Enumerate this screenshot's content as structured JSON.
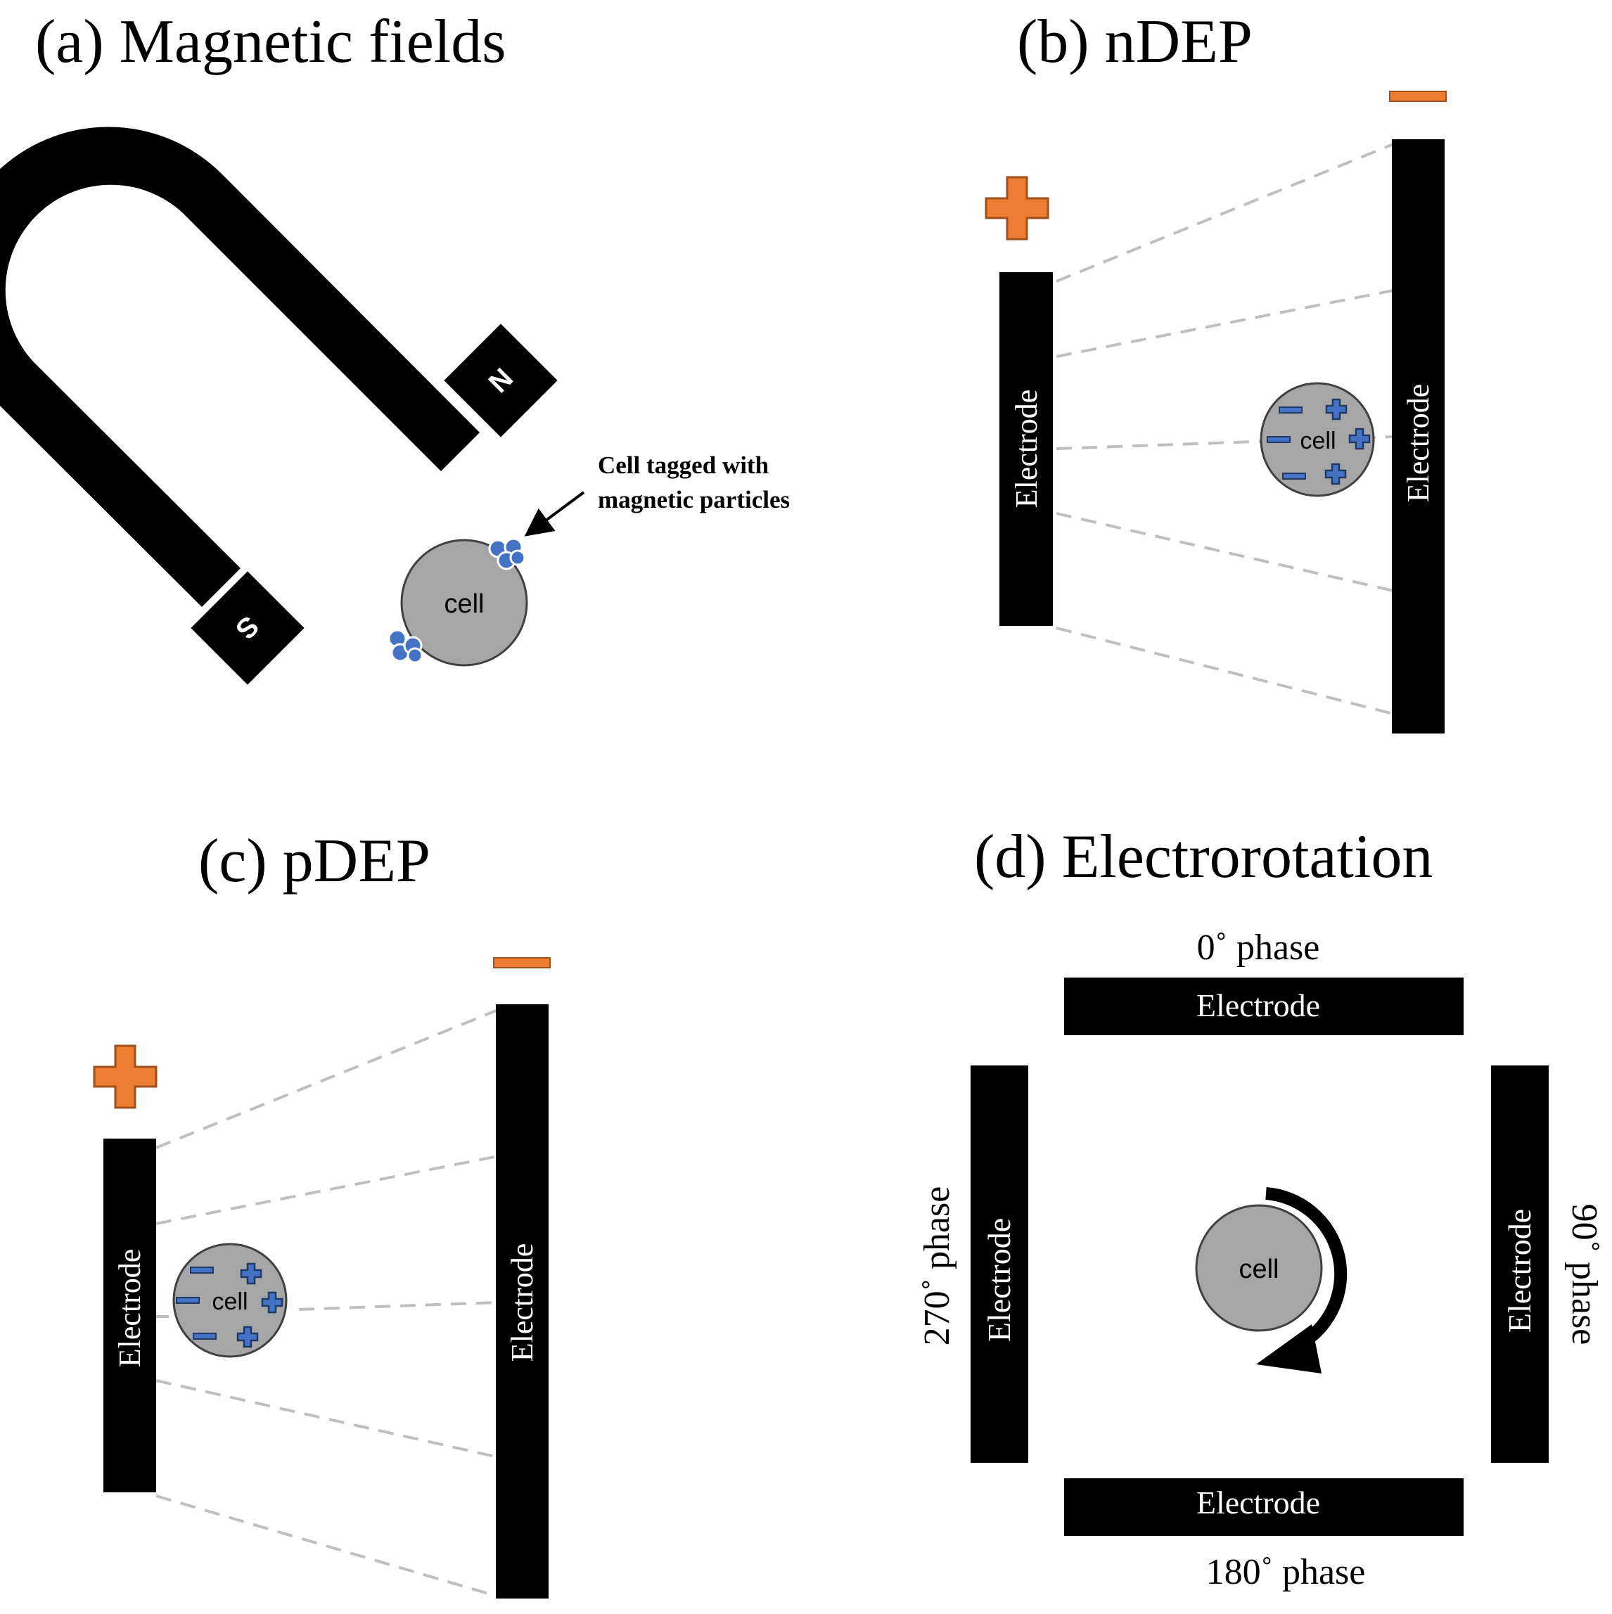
{
  "panels": {
    "a": {
      "title": "(a) Magnetic fields",
      "pole_north": "N",
      "pole_south": "S",
      "cell_label": "cell",
      "annotation_line1": "Cell tagged with",
      "annotation_line2": "magnetic particles"
    },
    "b": {
      "title": "(b) nDEP",
      "electrode_left": "Electrode",
      "electrode_right": "Electrode",
      "cell_label": "cell"
    },
    "c": {
      "title": "(c) pDEP",
      "electrode_left": "Electrode",
      "electrode_right": "Electrode",
      "cell_label": "cell"
    },
    "d": {
      "title": "(d) Electrorotation",
      "electrode_top": "Electrode",
      "electrode_bottom": "Electrode",
      "electrode_left": "Electrode",
      "electrode_right": "Electrode",
      "phase_top": "0˚ phase",
      "phase_bottom": "180˚ phase",
      "phase_left": "270˚ phase",
      "phase_right": "90˚ phase",
      "cell_label": "cell"
    }
  },
  "colors": {
    "electrode": "#000000",
    "cell_fill": "#a6a6a6",
    "charge_sign": "#4472c4",
    "polarity_sign": "#ed7d31",
    "field_line": "#bfbfbf",
    "particle": "#4472c4"
  }
}
